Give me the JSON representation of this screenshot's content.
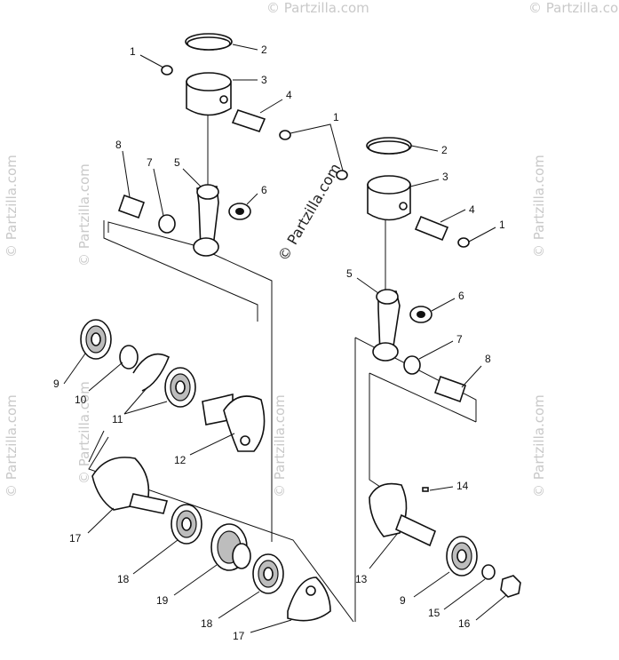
{
  "watermark": {
    "text": "© Partzilla.com",
    "center_text": "© Partzilla.com"
  },
  "callouts": [
    {
      "id": "c1a",
      "label": "1"
    },
    {
      "id": "c2a",
      "label": "2"
    },
    {
      "id": "c3a",
      "label": "3"
    },
    {
      "id": "c4a",
      "label": "4"
    },
    {
      "id": "c1b",
      "label": "1"
    },
    {
      "id": "c8a",
      "label": "8"
    },
    {
      "id": "c7a",
      "label": "7"
    },
    {
      "id": "c5a",
      "label": "5"
    },
    {
      "id": "c6a",
      "label": "6"
    },
    {
      "id": "c2b",
      "label": "2"
    },
    {
      "id": "c3b",
      "label": "3"
    },
    {
      "id": "c4b",
      "label": "4"
    },
    {
      "id": "c1c",
      "label": "1"
    },
    {
      "id": "c5b",
      "label": "5"
    },
    {
      "id": "c6b",
      "label": "6"
    },
    {
      "id": "c7b",
      "label": "7"
    },
    {
      "id": "c8b",
      "label": "8"
    },
    {
      "id": "c9a",
      "label": "9"
    },
    {
      "id": "c10",
      "label": "10"
    },
    {
      "id": "c11",
      "label": "11"
    },
    {
      "id": "c12",
      "label": "12"
    },
    {
      "id": "c17a",
      "label": "17"
    },
    {
      "id": "c18a",
      "label": "18"
    },
    {
      "id": "c19",
      "label": "19"
    },
    {
      "id": "c18b",
      "label": "18"
    },
    {
      "id": "c17b",
      "label": "17"
    },
    {
      "id": "c14",
      "label": "14"
    },
    {
      "id": "c13",
      "label": "13"
    },
    {
      "id": "c9b",
      "label": "9"
    },
    {
      "id": "c15",
      "label": "15"
    },
    {
      "id": "c16",
      "label": "16"
    }
  ]
}
